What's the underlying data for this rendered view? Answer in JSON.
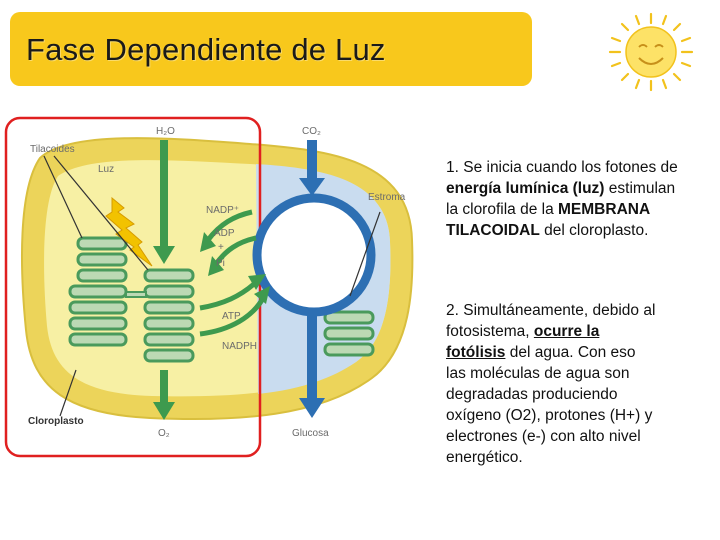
{
  "title": "Fase Dependiente de Luz",
  "diagram": {
    "labels": {
      "tilacoides": "Tilacoides",
      "luz": "Luz",
      "h2o": "H₂O",
      "co2": "CO₂",
      "estroma": "Estroma",
      "nadp": "NADP⁺",
      "adp": "ADP",
      "plus": "+",
      "pi": "Pi",
      "atp": "ATP",
      "nadph": "NADPH",
      "cloroplasto": "Cloroplasto",
      "o2": "O₂",
      "glucosa": "Glucosa"
    },
    "colors": {
      "membrane": "#ecd45a",
      "stroma_light": "#f7f0a4",
      "stroma_blue": "#c9dcef",
      "thylakoid": "#4a9a5c",
      "arrow_blue": "#2d6fb3",
      "arrow_green": "#3e9a4e",
      "highlight": "#e02020",
      "lightning": "#f2c200"
    }
  },
  "text": {
    "p1": {
      "num": "1. Se inicia cuando los fotones de",
      "b1": "energía lumínica (luz)",
      "t1": " estimulan",
      "t2": "la clorofila de la ",
      "b2": "MEMBRANA",
      "b3": "TILACOIDAL",
      "t3": " del cloroplasto."
    },
    "p2": {
      "t1": "2. Simultáneamente, debido al",
      "t2": "fotosistema, ",
      "b1": "ocurre la",
      "b2": "fotólisis",
      "t3": " del agua. Con eso",
      "t4": "las moléculas de agua son",
      "t5": "degradadas produciendo",
      "t6": "oxígeno (O2), protones (H+) y",
      "t7": "electrones (e-) con alto nivel",
      "t8": "energético."
    }
  }
}
